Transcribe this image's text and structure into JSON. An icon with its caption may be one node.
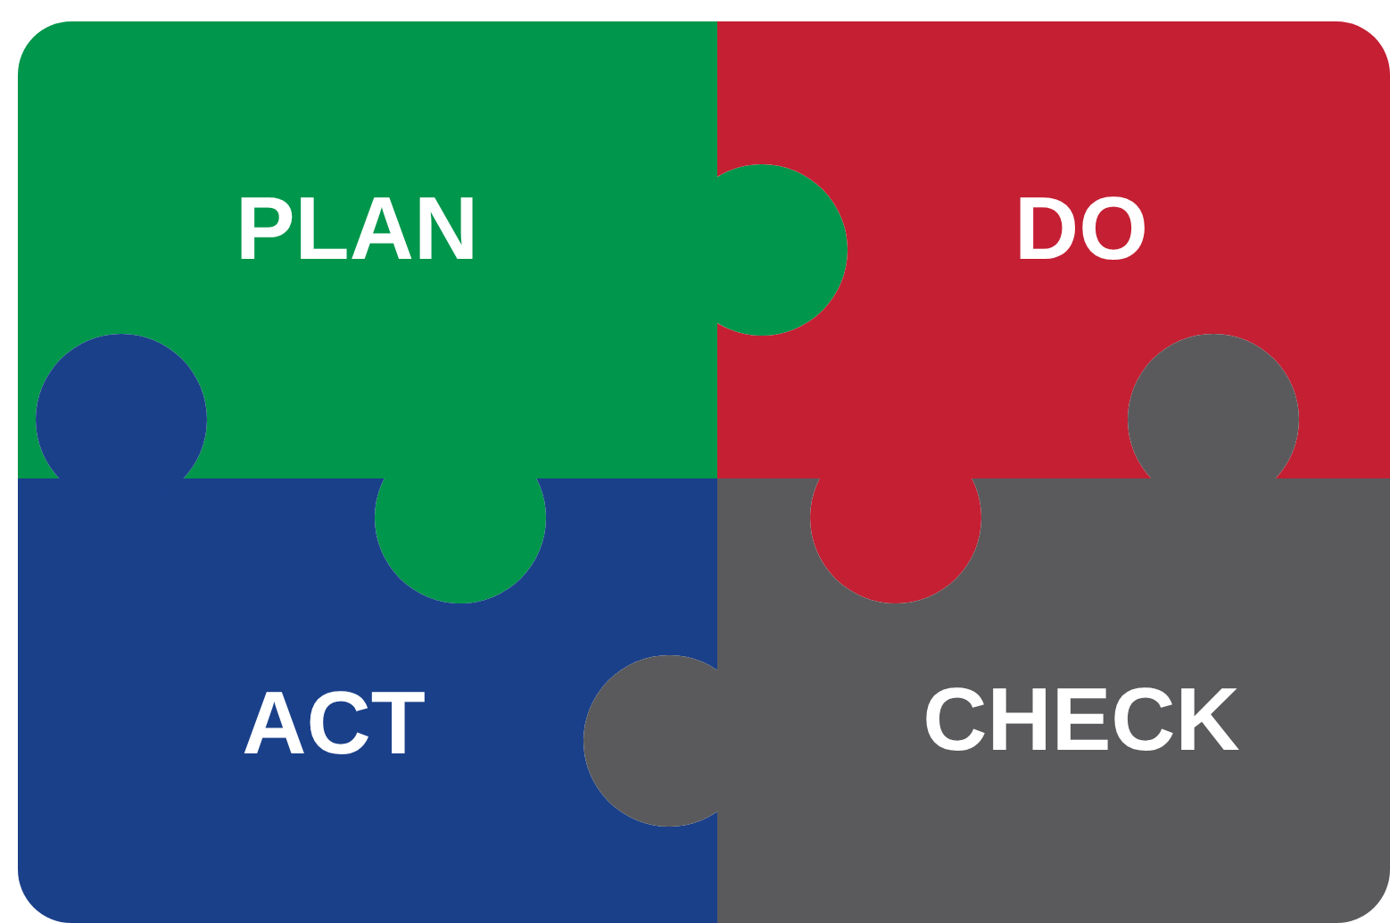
{
  "diagram": {
    "nodes": [
      {
        "text": [
          "PLAN"
        ]
      },
      {
        "text": [
          "DO"
        ]
      },
      {
        "text": [
          "ACT"
        ]
      },
      {
        "text": [
          "CHECK"
        ]
      }
    ]
  }
}
